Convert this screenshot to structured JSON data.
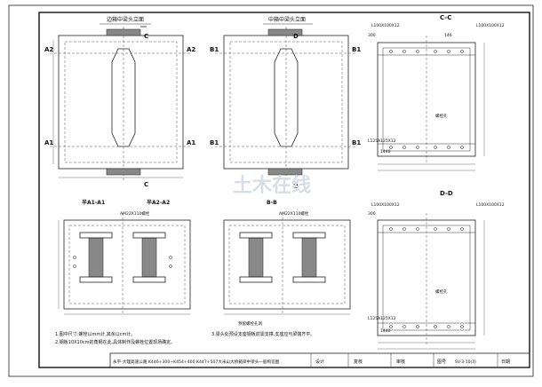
{
  "views": {
    "side_elevation": {
      "title": "边箱中梁头立面"
    },
    "mid_elevation": {
      "title": "中箱中梁头立面"
    },
    "cc": {
      "title": "C-C",
      "plate": "L100X100X12",
      "w1": "146",
      "note": "螺栓孔",
      "dim1": "300",
      "dim2": "1440",
      "angle": "L125X125X12"
    },
    "dd": {
      "title": "D-D",
      "plate": "L100X100X12",
      "dim1": "300",
      "note": "螺栓孔",
      "angle": "L125X125X12",
      "dim2": "1440"
    },
    "a1a1": {
      "title": "半A1-A1",
      "title2": "半A2-A2",
      "anchor": "AM22X110螺栓"
    },
    "bb": {
      "title": "B-B",
      "anchor": "AM22X110螺栓",
      "hole": "预留螺栓孔洞"
    }
  },
  "labels": {
    "a2": "A2",
    "a1": "A1",
    "b1": "B1",
    "c": "C",
    "d": "D"
  },
  "notes": {
    "n1": "1.图中尺寸:螺栓以mm计,其余以cm计。",
    "n2": "2.钢板10X10cm的角钢在此,具体制作及螺栓位置现场确定。",
    "n3": "3.梁头处预设支座钢板前需支撑,支座应与梁端齐平。"
  },
  "title_block": {
    "project": "永平-大理高速公路 K446+300~K454+400 K447+507大米山大桥箱梁中梁头一般构造图",
    "design": "设计",
    "review": "复核",
    "approve": "审核",
    "sheet_label": "图号",
    "sheet_no": "SV-3-10(3)",
    "date_label": "日期"
  },
  "watermark": "土木在线"
}
